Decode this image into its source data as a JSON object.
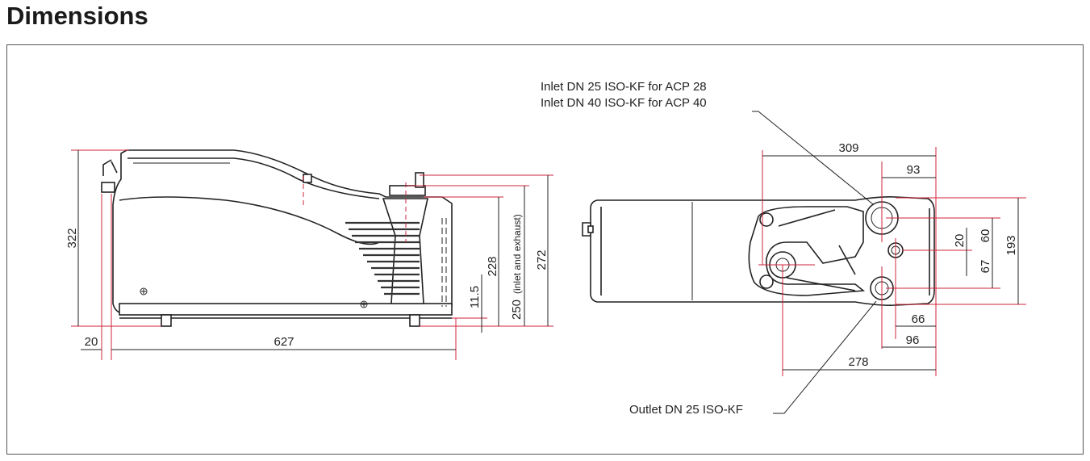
{
  "title": "Dimensions",
  "callouts": {
    "inlet_line1": "Inlet DN 25 ISO-KF for ACP 28",
    "inlet_line2": "Inlet DN 40 ISO-KF for ACP 40",
    "outlet": "Outlet DN 25 ISO-KF"
  },
  "side_view": {
    "overall_height": "322",
    "offset_left": "20",
    "overall_length": "627",
    "foot_height": "11.5",
    "flange_height": "228",
    "inlet_exhaust_height": "250",
    "inlet_exhaust_note": "(inlet and exhaust)",
    "max_height": "272"
  },
  "top_view": {
    "inlet_x": "309",
    "inlet_offset": "93",
    "port_spacing_a": "20",
    "port_spacing_b": "60",
    "port_spacing_c": "67",
    "overall_width": "193",
    "outlet_offset": "66",
    "outlet_x": "96",
    "outlet_distance": "278"
  }
}
